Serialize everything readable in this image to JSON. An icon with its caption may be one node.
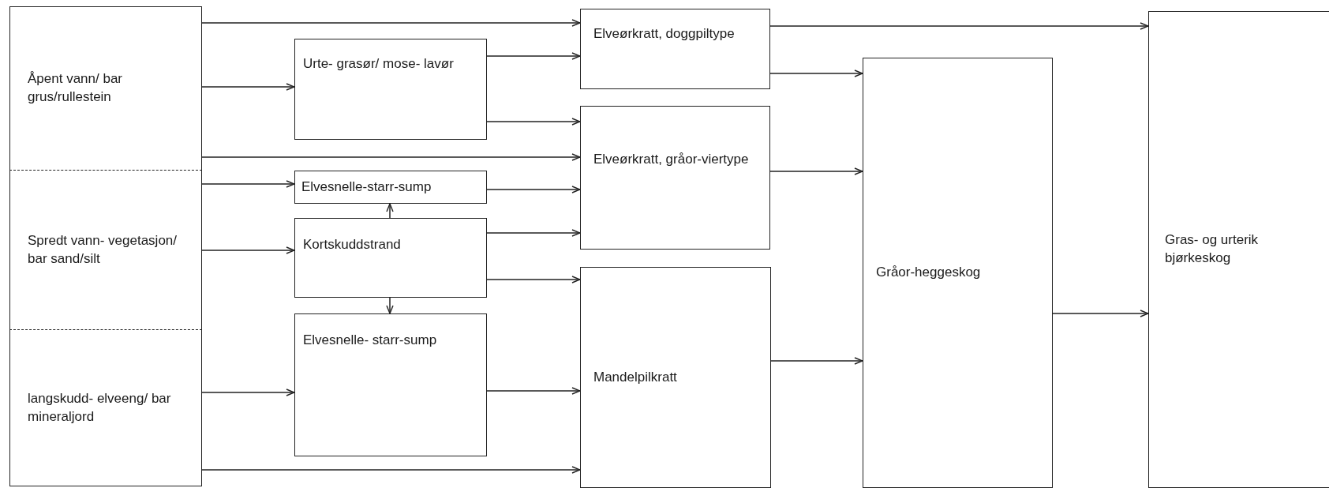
{
  "diagram": {
    "nodes": [
      {
        "text": [
          "Åpent vann/ bar grus/rullestein"
        ]
      },
      {
        "text": [
          "Spredt vann- vegetasjon/ bar sand/silt"
        ]
      },
      {
        "text": [
          "langskudd- elveeng/ bar mineraljord"
        ]
      },
      {
        "text": [
          "Urte- grasør/ mose- lavør"
        ]
      },
      {
        "text": [
          "Elvesnelle-starr-sump"
        ]
      },
      {
        "text": [
          "Kortskuddstrand"
        ]
      },
      {
        "text": [
          "Elvesnelle- starr-sump"
        ]
      },
      {
        "text": [
          "Elveørkratt, doggpiltype"
        ]
      },
      {
        "text": [
          "Elveørkratt, gråor-viertype"
        ]
      },
      {
        "text": [
          "Mandelpilkratt"
        ]
      },
      {
        "text": [
          "Gråor-heggeskog"
        ]
      },
      {
        "text": [
          "Gras- og urterik bjørkeskog"
        ]
      }
    ],
    "edges": [
      {
        "from": 0,
        "to": 7,
        "arrow": "to"
      },
      {
        "from": 0,
        "to": 3,
        "arrow": "to"
      },
      {
        "from": 0,
        "to": 8,
        "arrow": "to"
      },
      {
        "from": 1,
        "to": 4,
        "arrow": "to"
      },
      {
        "from": 1,
        "to": 5,
        "arrow": "to"
      },
      {
        "from": 2,
        "to": 6,
        "arrow": "to"
      },
      {
        "from": 2,
        "to": 9,
        "arrow": "to"
      },
      {
        "from": 3,
        "to": 7,
        "arrow": "to"
      },
      {
        "from": 3,
        "to": 8,
        "arrow": "to"
      },
      {
        "from": 4,
        "to": 8,
        "arrow": "to"
      },
      {
        "from": 5,
        "to": 8,
        "arrow": "to"
      },
      {
        "from": 5,
        "to": 4,
        "arrow": "to"
      },
      {
        "from": 5,
        "to": 6,
        "arrow": "to"
      },
      {
        "from": 5,
        "to": 9,
        "arrow": "to"
      },
      {
        "from": 6,
        "to": 9,
        "arrow": "to"
      },
      {
        "from": 7,
        "to": 10,
        "arrow": "to"
      },
      {
        "from": 7,
        "to": 11,
        "arrow": "to"
      },
      {
        "from": 8,
        "to": 10,
        "arrow": "to"
      },
      {
        "from": 9,
        "to": 10,
        "arrow": "to"
      },
      {
        "from": 10,
        "to": 11,
        "arrow": "to"
      }
    ]
  }
}
